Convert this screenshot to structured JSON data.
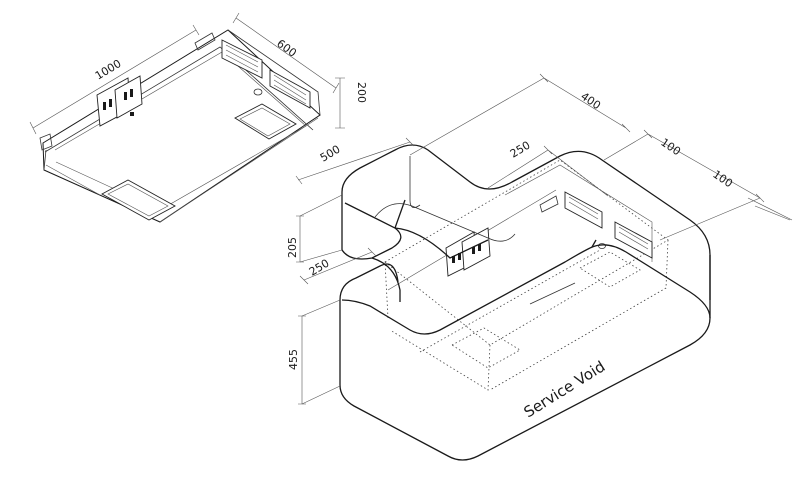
{
  "diagram": {
    "unit_box": {
      "dims": {
        "length": "1000",
        "width": "600",
        "height": "200"
      },
      "icons": [
        "connector-panel-icon",
        "duct-spigot-icon",
        "access-hatch-icon"
      ]
    },
    "service_void": {
      "label": "Service Void",
      "dims": {
        "d400": "400",
        "d250_top": "250",
        "d100_a": "100",
        "d100_b": "100",
        "d500": "500",
        "d205": "205",
        "d250_side": "250",
        "d455": "455"
      }
    },
    "colors": {
      "line": "#1a1a1a",
      "background": "#ffffff"
    }
  }
}
